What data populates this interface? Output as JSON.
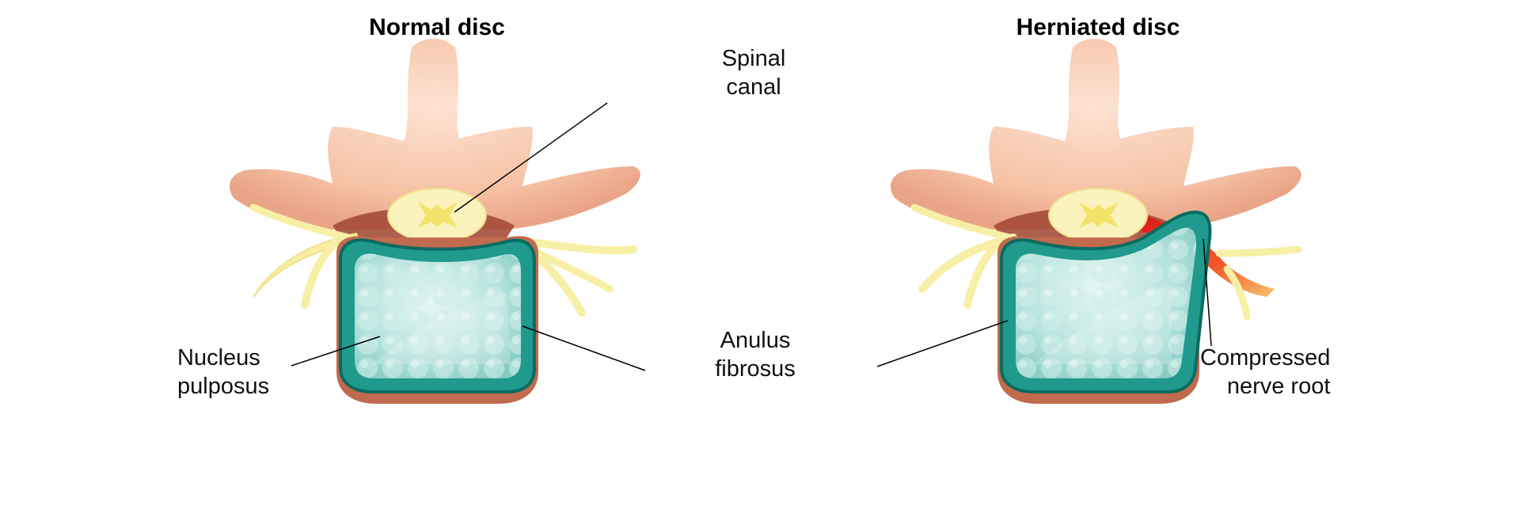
{
  "titles": {
    "normal": "Normal disc",
    "herniated": "Herniated disc"
  },
  "labels": {
    "spinal_canal": [
      "Spinal",
      "canal"
    ],
    "nucleus_pulposus": [
      "Nucleus",
      "pulposus"
    ],
    "anulus_fibrosus": [
      "Anulus",
      "fibrosus"
    ],
    "compressed_nerve_root": [
      "Compressed",
      "nerve root"
    ]
  },
  "colors": {
    "bone": "#f6c2a6",
    "bone_shadow": "#e49e80",
    "spinal_cord": "#fbf3bd",
    "cord_center": "#f3e36a",
    "nerve": "#f8efa6",
    "anulus": "#1f9a8c",
    "anulus_dark": "#0b6b5f",
    "nucleus": "#aee0dc",
    "compressed_nerve": "#ef3b22"
  }
}
